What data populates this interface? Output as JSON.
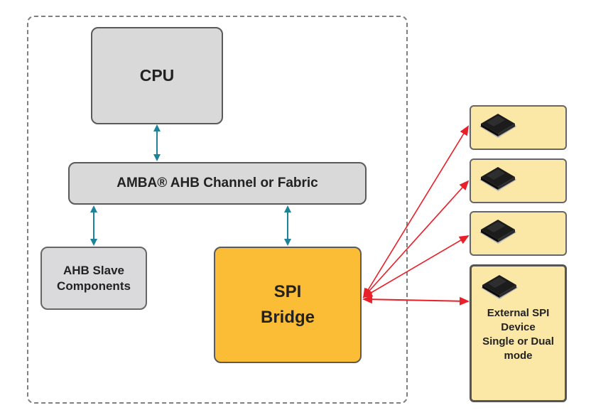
{
  "diagram": {
    "boundary_label": "",
    "nodes": {
      "cpu": {
        "label": "CPU"
      },
      "bus": {
        "label": "AMBA® AHB Channel or Fabric"
      },
      "slave": {
        "line1": "AHB Slave",
        "line2": "Components"
      },
      "spi": {
        "line1": "SPI",
        "line2": "Bridge"
      },
      "devices": [
        {
          "icon": "chip-icon"
        },
        {
          "icon": "chip-icon"
        },
        {
          "icon": "chip-icon"
        },
        {
          "icon": "chip-icon",
          "line1": "External SPI",
          "line2": "Device",
          "line3": "Single or Dual",
          "line4": "mode"
        }
      ]
    },
    "edges": [
      {
        "from": "cpu",
        "to": "bus",
        "type": "bidirectional",
        "color": "#1f8398"
      },
      {
        "from": "bus",
        "to": "slave",
        "type": "bidirectional",
        "color": "#1f8398"
      },
      {
        "from": "bus",
        "to": "spi",
        "type": "bidirectional",
        "color": "#1f8398"
      },
      {
        "from": "spi",
        "to": "device-1",
        "type": "bidirectional",
        "color": "#e8202a"
      },
      {
        "from": "spi",
        "to": "device-2",
        "type": "bidirectional",
        "color": "#e8202a"
      },
      {
        "from": "spi",
        "to": "device-3",
        "type": "bidirectional",
        "color": "#e8202a"
      },
      {
        "from": "spi",
        "to": "device-4",
        "type": "bidirectional",
        "color": "#e8202a"
      }
    ],
    "colors": {
      "grey_box": "#d9d9d9",
      "spi_bridge": "#fbbd35",
      "device_box": "#fce8a6",
      "bus_arrow": "#1f8398",
      "spi_arrow": "#e8202a",
      "boundary": "#808080"
    }
  }
}
